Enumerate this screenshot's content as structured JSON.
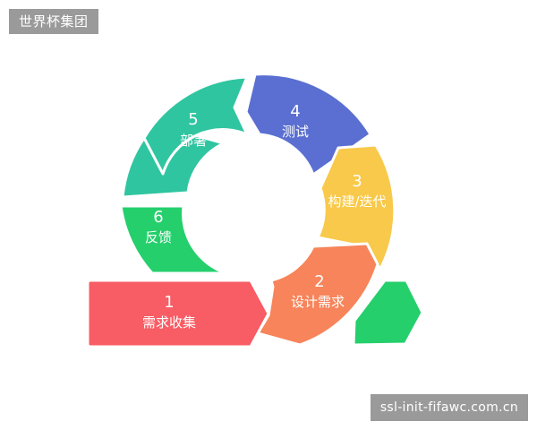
{
  "brand": {
    "text": "世界杯集团"
  },
  "watermark": {
    "text": "ssl-init-fifawc.com.cn"
  },
  "diagram": {
    "colors": {
      "step1": "#f85c64",
      "step2": "#f7845a",
      "step3": "#f8c94a",
      "step4": "#5a6fd1",
      "step5": "#2fc5a0",
      "step6": "#25cf6c"
    },
    "steps": [
      {
        "number": "1",
        "label": "需求收集"
      },
      {
        "number": "2",
        "label": "设计需求"
      },
      {
        "number": "3",
        "label": "构建/迭代"
      },
      {
        "number": "4",
        "label": "测试"
      },
      {
        "number": "5",
        "label": "部署"
      },
      {
        "number": "6",
        "label": "反馈"
      }
    ]
  }
}
